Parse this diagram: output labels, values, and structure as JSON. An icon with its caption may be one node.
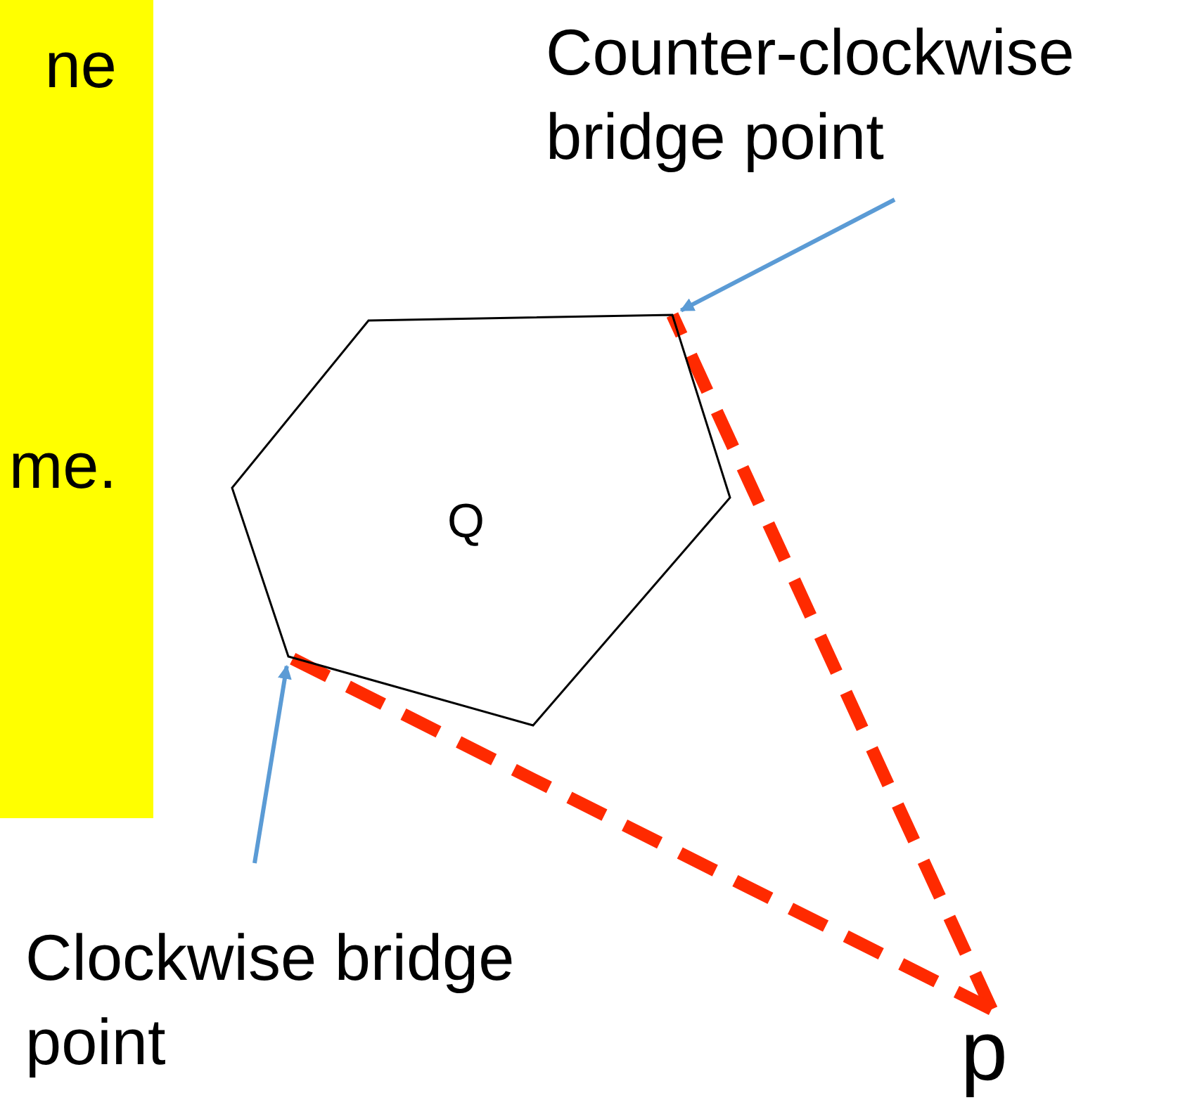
{
  "diagram": {
    "nodes": [
      {
        "text": [
          "ne",
          "me."
        ]
      },
      {
        "text": [
          "Q"
        ]
      },
      {
        "text": [
          "Counter-clockwise bridge point"
        ]
      },
      {
        "text": [
          "Clockwise bridge point"
        ]
      },
      {
        "text": [
          "p"
        ]
      }
    ],
    "edges": [
      {
        "from": 2,
        "to": 1,
        "arrow": "to",
        "color": "#5b9bd5"
      },
      {
        "from": 3,
        "to": 1,
        "arrow": "to",
        "color": "#5b9bd5"
      },
      {
        "from": 4,
        "to": 1,
        "arrow": "none",
        "style": "dashed",
        "color": "#ff2a00"
      },
      {
        "from": 4,
        "to": 1,
        "arrow": "none",
        "style": "dashed",
        "color": "#ff2a00"
      }
    ]
  }
}
